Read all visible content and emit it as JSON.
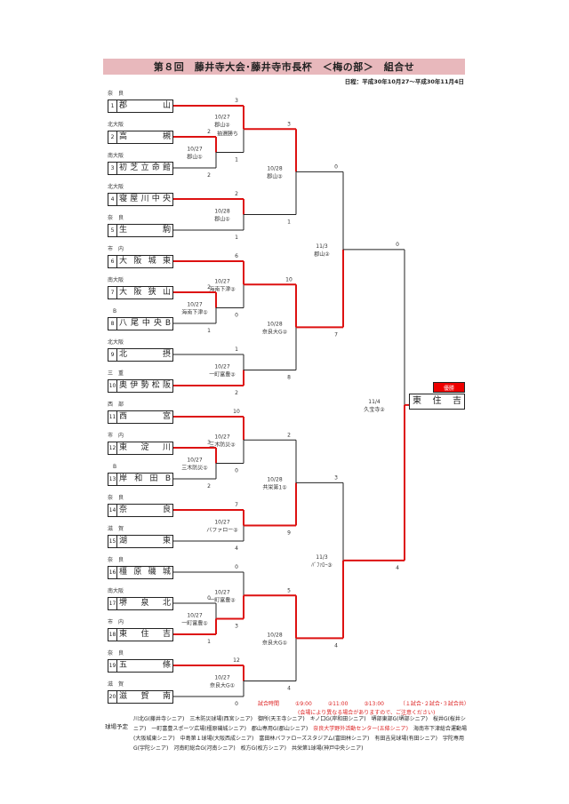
{
  "header": {
    "title": "第８回　藤井寺大会･藤井寺市長杯　＜梅の部＞　組合せ",
    "schedule": "日程：平成30年10月27～平成30年11月4日"
  },
  "colors": {
    "winner_line": "#dd1111",
    "title_bg": "#e8b8bc",
    "champion_bg": "#ee0000"
  },
  "teams": [
    {
      "no": "1",
      "region": "奈　良",
      "name": "郡山"
    },
    {
      "no": "2",
      "region": "北大阪",
      "name": "高槻"
    },
    {
      "no": "3",
      "region": "南大阪",
      "name": "初芝立命館"
    },
    {
      "no": "4",
      "region": "北大阪",
      "name": "寝屋川中央"
    },
    {
      "no": "5",
      "region": "奈　良",
      "name": "生駒"
    },
    {
      "no": "6",
      "region": "市　内",
      "name": "大阪城東"
    },
    {
      "no": "7",
      "region": "南大阪",
      "name": "大阪狭山"
    },
    {
      "no": "8",
      "region": "　B",
      "name": "八尾中央B"
    },
    {
      "no": "9",
      "region": "北大阪",
      "name": "北摂"
    },
    {
      "no": "10",
      "region": "三　重",
      "name": "奥伊勢松阪"
    },
    {
      "no": "11",
      "region": "西　部",
      "name": "西宮"
    },
    {
      "no": "12",
      "region": "市　内",
      "name": "東淀川"
    },
    {
      "no": "13",
      "region": "　B",
      "name": "岸和田B"
    },
    {
      "no": "14",
      "region": "奈　良",
      "name": "奈良"
    },
    {
      "no": "15",
      "region": "滋　賀",
      "name": "湖東"
    },
    {
      "no": "16",
      "region": "奈　良",
      "name": "橿原磯城"
    },
    {
      "no": "17",
      "region": "南大阪",
      "name": "堺泉北"
    },
    {
      "no": "18",
      "region": "市　内",
      "name": "東住吉"
    },
    {
      "no": "19",
      "region": "奈　良",
      "name": "五條"
    },
    {
      "no": "20",
      "region": "滋　賀",
      "name": "滋賀南"
    }
  ],
  "matches": [
    {
      "date": "10/27",
      "venue": "郡山①",
      "top": "2",
      "bottom": "2",
      "winner": "top"
    },
    {
      "date": "10/27",
      "venue": "郡山②",
      "note": "抽選勝ち",
      "top": "3",
      "bottom": "1",
      "winner": "top"
    },
    {
      "date": "10/28",
      "venue": "郡山①",
      "top": "2",
      "bottom": "1",
      "winner": "top"
    },
    {
      "date": "10/28",
      "venue": "郡山②",
      "top": "3",
      "bottom": "1",
      "winner": "top"
    },
    {
      "date": "10/27",
      "venue": "海南下津①",
      "top": "2",
      "bottom": "1",
      "winner": "top"
    },
    {
      "date": "10/27",
      "venue": "海南下津②",
      "top": "6",
      "bottom": "0",
      "winner": "top"
    },
    {
      "date": "10/27",
      "venue": "一町富豊②",
      "top": "1",
      "bottom": "2",
      "winner": "bottom"
    },
    {
      "date": "10/28",
      "venue": "奈良大G②",
      "top": "10",
      "bottom": "8",
      "winner": "top"
    },
    {
      "date": "11/3",
      "venue": "郡山②",
      "top": "0",
      "bottom": "7",
      "winner": "bottom"
    },
    {
      "date": "10/27",
      "venue": "三木防災①",
      "top": "3",
      "bottom": "2",
      "winner": "top"
    },
    {
      "date": "10/27",
      "venue": "三木防災②",
      "top": "10",
      "bottom": "0",
      "winner": "top"
    },
    {
      "date": "10/27",
      "venue": "バファロー②",
      "top": "7",
      "bottom": "4",
      "winner": "top"
    },
    {
      "date": "10/28",
      "venue": "共栄第1①",
      "top": "2",
      "bottom": "9",
      "winner": "bottom"
    },
    {
      "date": "10/27",
      "venue": "一町富豊①",
      "top": "0",
      "bottom": "1",
      "winner": "bottom"
    },
    {
      "date": "10/27",
      "venue": "一町富豊②",
      "top": "0",
      "bottom": "3",
      "winner": "bottom"
    },
    {
      "date": "10/27",
      "venue": "奈良大G①",
      "top": "12",
      "bottom": "0",
      "winner": "top"
    },
    {
      "date": "10/28",
      "venue": "奈良大G①",
      "top": "5",
      "bottom": "4",
      "winner": "top"
    },
    {
      "date": "11/3",
      "venue": "ﾊﾞﾌｧﾛｰ③",
      "top": "3",
      "bottom": "4",
      "winner": "bottom"
    },
    {
      "date": "11/4",
      "venue": "久宝寺②",
      "top": "0",
      "bottom": "4",
      "winner": "bottom"
    }
  ],
  "champion": {
    "label": "優勝",
    "name": "東住吉"
  },
  "notes": {
    "time_label": "試合時間",
    "times": [
      "①9:00",
      "②11:00",
      "③13:00"
    ],
    "time_note": "（１試合･２試合･３試合共）",
    "caution": "(会場により異なる場合がありますので、ご注意ください)",
    "venues_label": "球場予定",
    "venues_pre": "川北G(藤井寺シニア)　三木防災球場(西宮シニア)　御所(天王寺シニア)　キノ口G(岸和田シニア)　堺部東部G(堺部シニア)　桜井G(桜井シニア)　一町富豊スポーツ広場(橿原磯城シニア)　郡山専用G(郡山シニア)　",
    "venues_red": "奈良大学野外活動センター(五條シニア)",
    "venues_post": "　海南市下津総合運動場(大阪城東シニア)　中島第１球場(大阪西成シニア)　富田林バファローズスタジアム(富田林シニア)　有田吉見球場(有田シニア)　宇陀専用G(宇陀シニア)　河南町総合G(河南シニア)　枚方G(枚方シニア)　共栄第1球場(神戸中央シニア)"
  }
}
